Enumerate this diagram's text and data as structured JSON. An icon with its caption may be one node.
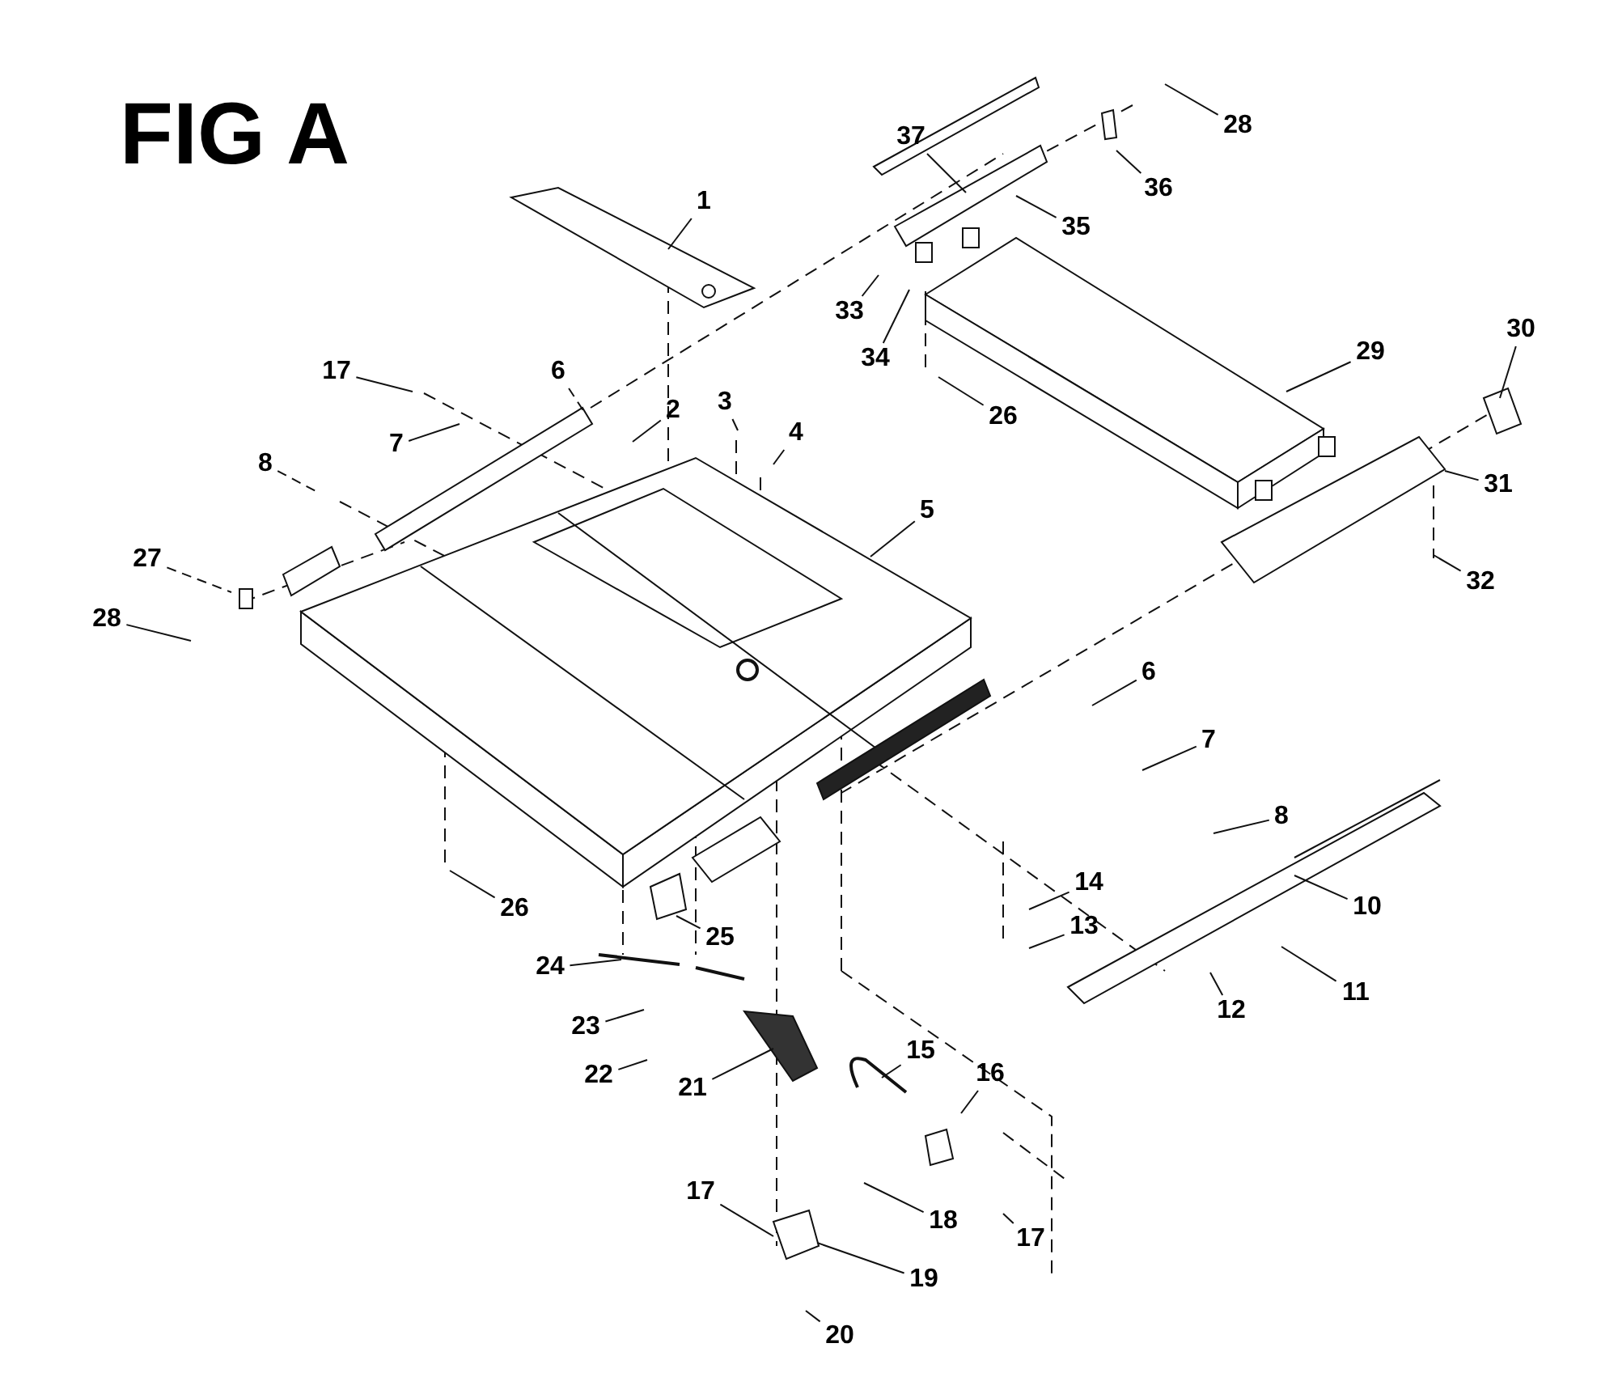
{
  "diagram": {
    "title": "FIG A",
    "nodes": [
      {
        "text": [
          "37"
        ]
      },
      {
        "text": [
          "28"
        ]
      },
      {
        "text": [
          "1"
        ]
      },
      {
        "text": [
          "36"
        ]
      },
      {
        "text": [
          "35"
        ]
      },
      {
        "text": [
          "33"
        ]
      },
      {
        "text": [
          "29"
        ]
      },
      {
        "text": [
          "34"
        ]
      },
      {
        "text": [
          "30"
        ]
      },
      {
        "text": [
          "17"
        ]
      },
      {
        "text": [
          "6"
        ]
      },
      {
        "text": [
          "2"
        ]
      },
      {
        "text": [
          "3"
        ]
      },
      {
        "text": [
          "4"
        ]
      },
      {
        "text": [
          "7"
        ]
      },
      {
        "text": [
          "26"
        ]
      },
      {
        "text": [
          "8"
        ]
      },
      {
        "text": [
          "5"
        ]
      },
      {
        "text": [
          "31"
        ]
      },
      {
        "text": [
          "27"
        ]
      },
      {
        "text": [
          "28"
        ]
      },
      {
        "text": [
          "32"
        ]
      },
      {
        "text": [
          "6"
        ]
      },
      {
        "text": [
          "7"
        ]
      },
      {
        "text": [
          "8"
        ]
      },
      {
        "text": [
          "14"
        ]
      },
      {
        "text": [
          "26"
        ]
      },
      {
        "text": [
          "10"
        ]
      },
      {
        "text": [
          "13"
        ]
      },
      {
        "text": [
          "25"
        ]
      },
      {
        "text": [
          "24"
        ]
      },
      {
        "text": [
          "11"
        ]
      },
      {
        "text": [
          "12"
        ]
      },
      {
        "text": [
          "23"
        ]
      },
      {
        "text": [
          "15"
        ]
      },
      {
        "text": [
          "16"
        ]
      },
      {
        "text": [
          "22"
        ]
      },
      {
        "text": [
          "21"
        ]
      },
      {
        "text": [
          "18"
        ]
      },
      {
        "text": [
          "17"
        ]
      },
      {
        "text": [
          "17"
        ]
      },
      {
        "text": [
          "19"
        ]
      },
      {
        "text": [
          "20"
        ]
      }
    ],
    "edges": [
      {
        "from": 0,
        "to": null,
        "arrow": "none"
      },
      {
        "from": 1,
        "to": null,
        "arrow": "none"
      },
      {
        "from": 2,
        "to": null,
        "arrow": "none"
      },
      {
        "from": 3,
        "to": null,
        "arrow": "none"
      },
      {
        "from": 4,
        "to": null,
        "arrow": "none"
      },
      {
        "from": 5,
        "to": null,
        "arrow": "none"
      },
      {
        "from": 6,
        "to": null,
        "arrow": "none"
      },
      {
        "from": 7,
        "to": null,
        "arrow": "none"
      },
      {
        "from": 8,
        "to": null,
        "arrow": "none"
      },
      {
        "from": 9,
        "to": null,
        "arrow": "none"
      },
      {
        "from": 10,
        "to": null,
        "arrow": "none",
        "style": "dashed"
      },
      {
        "from": 11,
        "to": null,
        "arrow": "none"
      },
      {
        "from": 12,
        "to": null,
        "arrow": "none"
      },
      {
        "from": 13,
        "to": null,
        "arrow": "none"
      },
      {
        "from": 14,
        "to": null,
        "arrow": "none"
      },
      {
        "from": 15,
        "to": null,
        "arrow": "none"
      },
      {
        "from": 16,
        "to": null,
        "arrow": "none",
        "style": "dashed"
      },
      {
        "from": 17,
        "to": null,
        "arrow": "none"
      },
      {
        "from": 18,
        "to": null,
        "arrow": "none"
      },
      {
        "from": 19,
        "to": null,
        "arrow": "none",
        "style": "dashed"
      },
      {
        "from": 20,
        "to": null,
        "arrow": "none"
      },
      {
        "from": 21,
        "to": null,
        "arrow": "none"
      },
      {
        "from": 22,
        "to": null,
        "arrow": "none"
      },
      {
        "from": 23,
        "to": null,
        "arrow": "none"
      },
      {
        "from": 24,
        "to": null,
        "arrow": "none"
      },
      {
        "from": 25,
        "to": null,
        "arrow": "none"
      },
      {
        "from": 26,
        "to": null,
        "arrow": "none"
      },
      {
        "from": 27,
        "to": null,
        "arrow": "none"
      },
      {
        "from": 28,
        "to": null,
        "arrow": "none"
      },
      {
        "from": 29,
        "to": null,
        "arrow": "none"
      },
      {
        "from": 30,
        "to": null,
        "arrow": "none"
      },
      {
        "from": 31,
        "to": null,
        "arrow": "none"
      },
      {
        "from": 32,
        "to": null,
        "arrow": "none"
      },
      {
        "from": 33,
        "to": null,
        "arrow": "none"
      },
      {
        "from": 34,
        "to": null,
        "arrow": "none"
      },
      {
        "from": 35,
        "to": null,
        "arrow": "none"
      },
      {
        "from": 36,
        "to": null,
        "arrow": "none"
      },
      {
        "from": 37,
        "to": null,
        "arrow": "none"
      },
      {
        "from": 38,
        "to": null,
        "arrow": "none"
      },
      {
        "from": 39,
        "to": null,
        "arrow": "none"
      },
      {
        "from": 40,
        "to": null,
        "arrow": "none"
      },
      {
        "from": 41,
        "to": null,
        "arrow": "none"
      },
      {
        "from": 42,
        "to": null,
        "arrow": "none"
      }
    ]
  }
}
